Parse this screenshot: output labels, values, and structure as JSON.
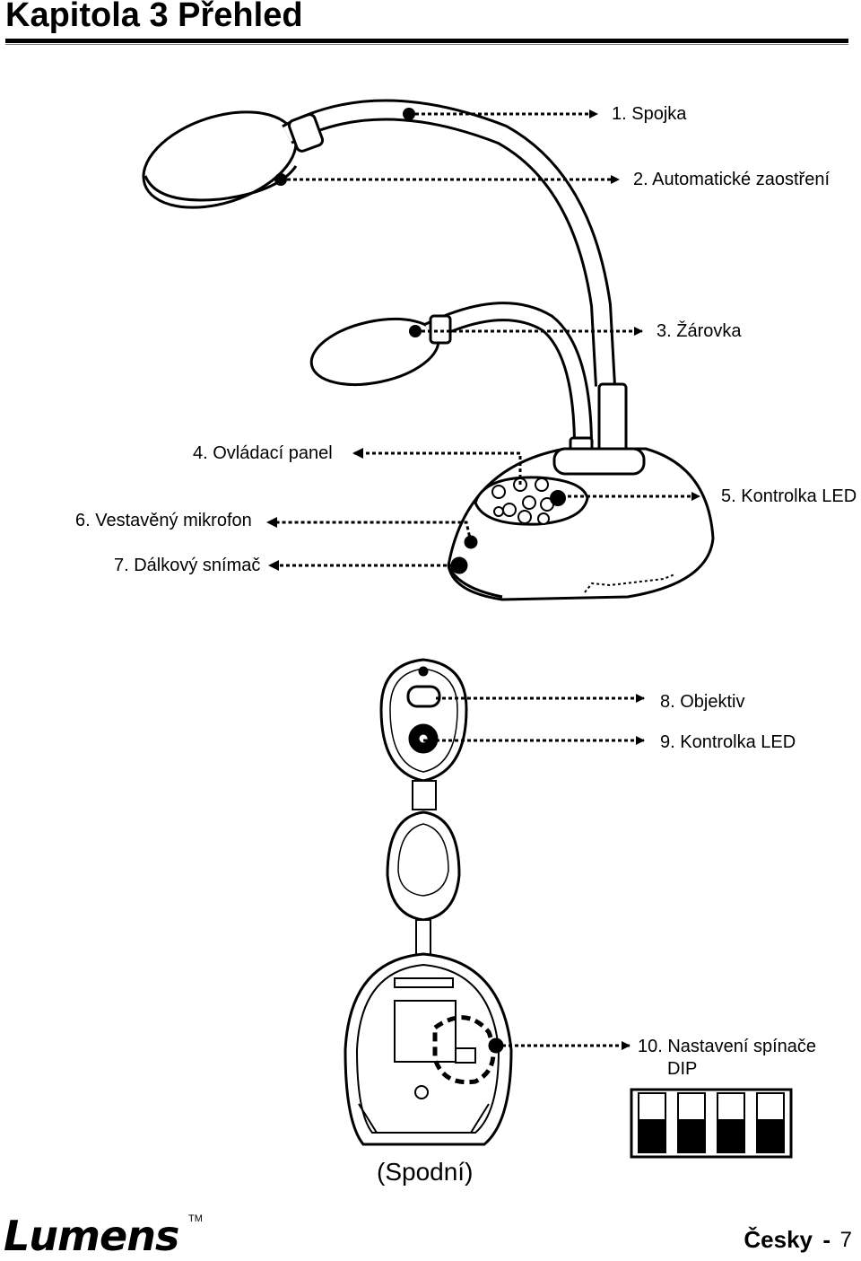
{
  "header": {
    "title": "Kapitola 3 Přehled"
  },
  "callouts": {
    "c1": "1. Spojka",
    "c2": "2. Automatické zaostření",
    "c3": "3. Žárovka",
    "c4": "4. Ovládací panel",
    "c5": "5. Kontrolka LED",
    "c6": "6. Vestavěný mikrofon",
    "c7": "7. Dálkový snímač",
    "c8": "8. Objektiv",
    "c9": "9. Kontrolka LED",
    "c10_line1": "10. Nastavení spínače",
    "c10_line2": "DIP"
  },
  "bottom_view_caption": "(Spodní)",
  "footer": {
    "logo": "Lumens",
    "trademark": "TM",
    "language": "Česky",
    "separator": "-",
    "page_number": "7"
  }
}
